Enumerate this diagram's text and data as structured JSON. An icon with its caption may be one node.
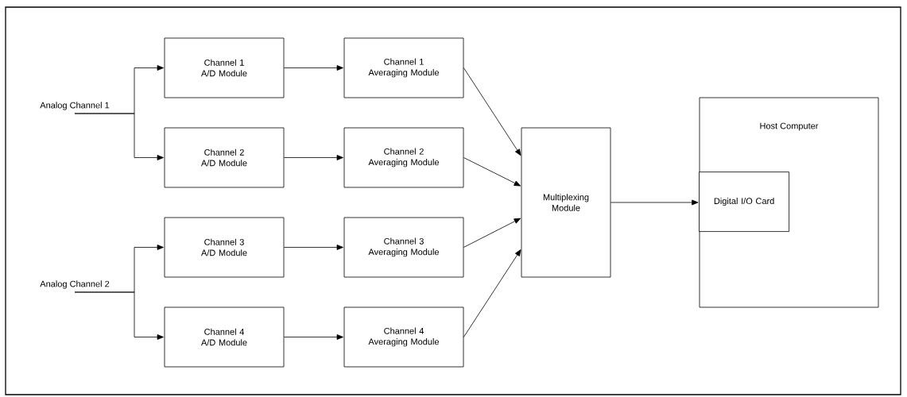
{
  "diagram": {
    "nodes": [
      {
        "text": [
          "Analog Channel 1"
        ]
      },
      {
        "text": [
          "Channel 1 A/D Module"
        ]
      },
      {
        "text": [
          "Channel 1 Averaging Module"
        ]
      },
      {
        "text": [
          "Channel 2 A/D Module"
        ]
      },
      {
        "text": [
          "Channel 2 Averaging Module"
        ]
      },
      {
        "text": [
          "Analog Channel 2"
        ]
      },
      {
        "text": [
          "Channel 3 A/D Module"
        ]
      },
      {
        "text": [
          "Channel 3 Averaging Module"
        ]
      },
      {
        "text": [
          "Channel 4 A/D Module"
        ]
      },
      {
        "text": [
          "Channel 4 Averaging Module"
        ]
      },
      {
        "text": [
          "Multiplexing Module"
        ]
      },
      {
        "text": [
          "Host Computer"
        ]
      },
      {
        "text": [
          "Digital I/O Card"
        ],
        "in": 11
      }
    ],
    "edges": [
      {
        "from": 0,
        "to": 1,
        "arrow": "to"
      },
      {
        "from": 0,
        "to": 3,
        "arrow": "to"
      },
      {
        "from": 5,
        "to": 6,
        "arrow": "to"
      },
      {
        "from": 5,
        "to": 8,
        "arrow": "to"
      },
      {
        "from": 1,
        "to": 2,
        "arrow": "to"
      },
      {
        "from": 3,
        "to": 4,
        "arrow": "to"
      },
      {
        "from": 6,
        "to": 7,
        "arrow": "to"
      },
      {
        "from": 8,
        "to": 9,
        "arrow": "to"
      },
      {
        "from": 2,
        "to": 10,
        "arrow": "to"
      },
      {
        "from": 4,
        "to": 10,
        "arrow": "to"
      },
      {
        "from": 7,
        "to": 10,
        "arrow": "to"
      },
      {
        "from": 9,
        "to": 10,
        "arrow": "to"
      },
      {
        "from": 10,
        "to": 12,
        "arrow": "to"
      }
    ]
  }
}
